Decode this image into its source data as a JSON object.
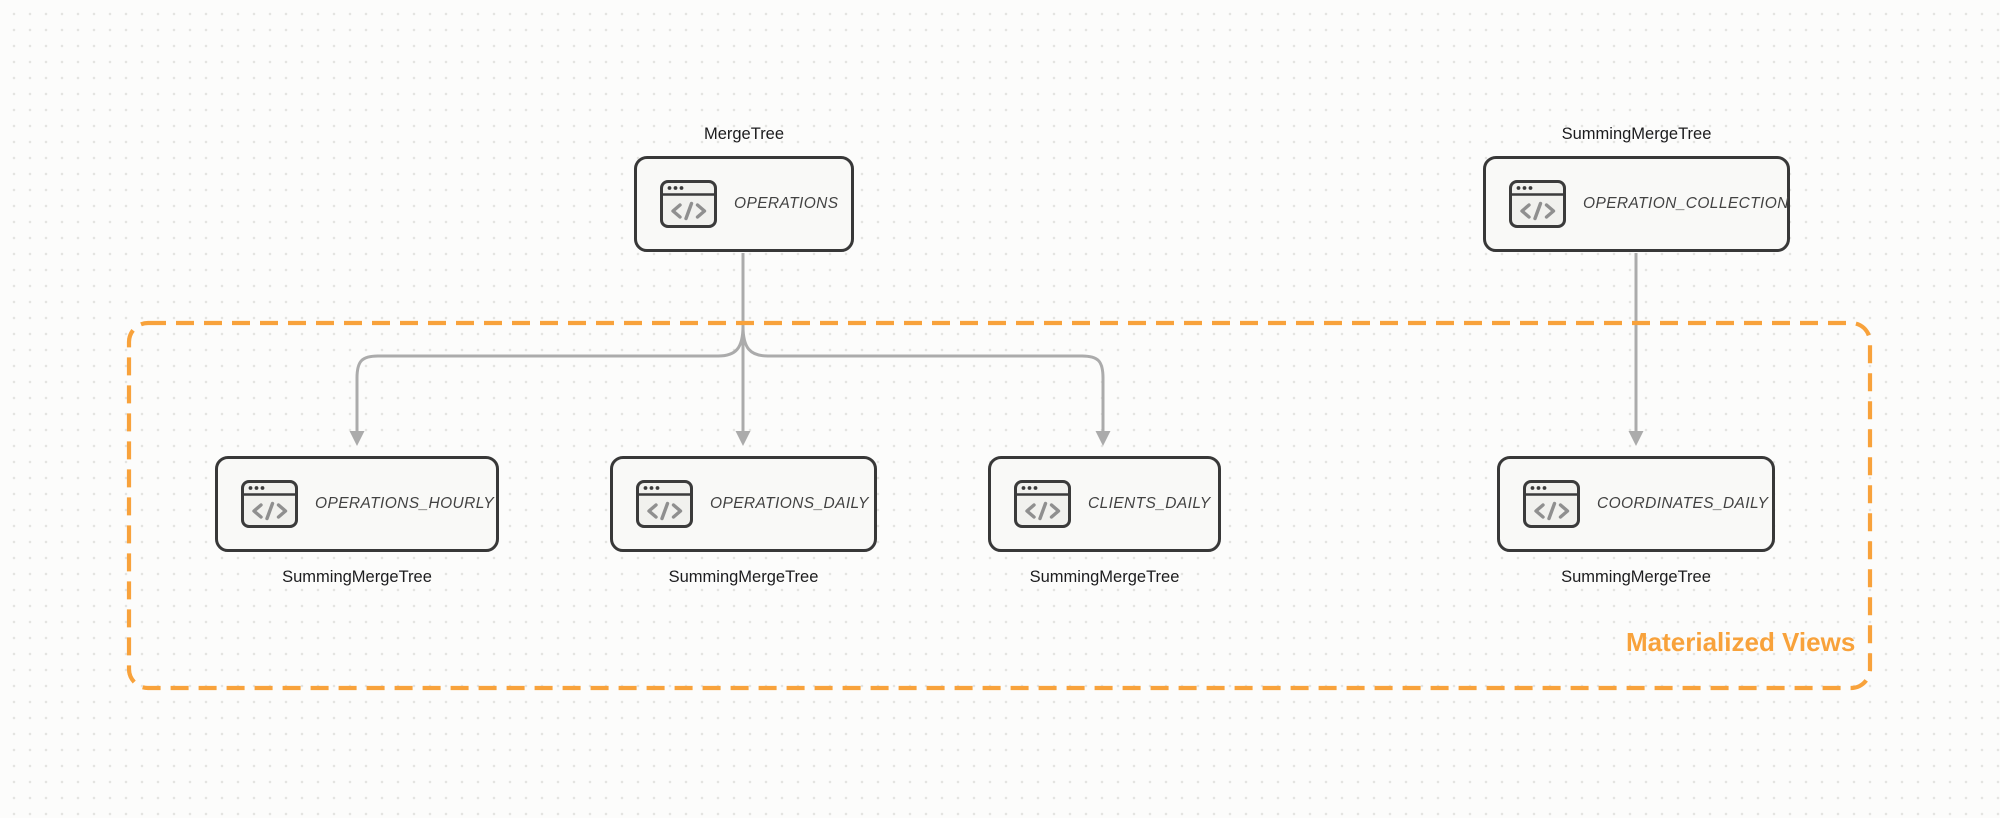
{
  "diagram": {
    "title_hint": "ClickHouse table engines and materialized views",
    "group_label": "Materialized Views",
    "colors": {
      "accent": "#F8A23B",
      "arrow": "#ABABAB",
      "node_border": "#383838",
      "node_fill": "#F9F9F7",
      "background": "#FCFCFB",
      "grid_dot": "#E4E4E1",
      "table_text": "#424242",
      "engine_text": "#1C1C1E",
      "icon_glyph": "#8F8F8F"
    },
    "icon_name": "code-window-icon",
    "nodes": [
      {
        "id": "operations",
        "table": "OPERATIONS",
        "engine": "MergeTree",
        "engine_position": "above"
      },
      {
        "id": "operation_collection",
        "table": "OPERATION_COLLECTION",
        "engine": "SummingMergeTree",
        "engine_position": "above"
      },
      {
        "id": "operations_hourly",
        "table": "OPERATIONS_HOURLY",
        "engine": "SummingMergeTree",
        "engine_position": "below"
      },
      {
        "id": "operations_daily",
        "table": "OPERATIONS_DAILY",
        "engine": "SummingMergeTree",
        "engine_position": "below"
      },
      {
        "id": "clients_daily",
        "table": "CLIENTS_DAILY",
        "engine": "SummingMergeTree",
        "engine_position": "below"
      },
      {
        "id": "coordinates_daily",
        "table": "COORDINATES_DAILY",
        "engine": "SummingMergeTree",
        "engine_position": "below"
      }
    ],
    "edges": [
      {
        "from": "operations",
        "to": "operations_hourly"
      },
      {
        "from": "operations",
        "to": "operations_daily"
      },
      {
        "from": "operations",
        "to": "clients_daily"
      },
      {
        "from": "operation_collection",
        "to": "coordinates_daily"
      }
    ]
  }
}
